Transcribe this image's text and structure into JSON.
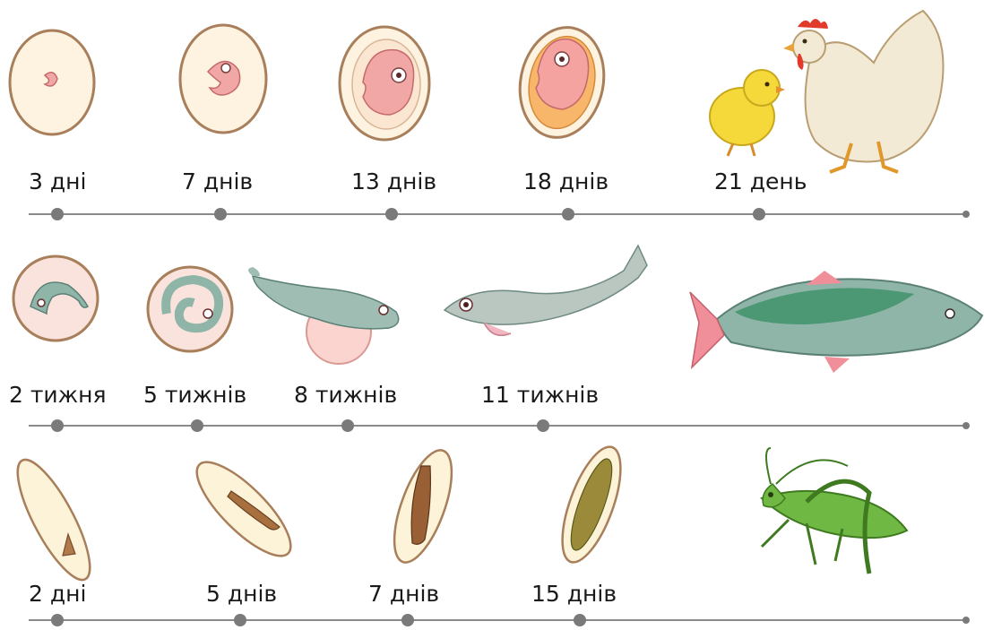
{
  "rows": [
    {
      "id": "chicken",
      "stages": [
        {
          "label": "3 дні"
        },
        {
          "label": "7 днів"
        },
        {
          "label": "13 днів"
        },
        {
          "label": "18 днів"
        },
        {
          "label": "21 день"
        }
      ]
    },
    {
      "id": "fish",
      "stages": [
        {
          "label": "2 тижня"
        },
        {
          "label": "5 тижнів"
        },
        {
          "label": "8 тижнів"
        },
        {
          "label": "11 тижнів"
        }
      ]
    },
    {
      "id": "grasshopper",
      "stages": [
        {
          "label": "2 дні"
        },
        {
          "label": "5 днів"
        },
        {
          "label": "7 днів"
        },
        {
          "label": "15 днів"
        }
      ]
    }
  ],
  "colors": {
    "line": "#8a8a8a",
    "dot": "#7a7a7a",
    "egg_shell": "#fdf3e0",
    "egg_outline": "#a87f5a",
    "embryo": "#f2a7a7",
    "chick": "#f5d83a",
    "hen": "#f3ead6",
    "fish_body": "#8fb5a8",
    "fish_fin": "#f08f9a",
    "grasshopper": "#6fb843"
  }
}
